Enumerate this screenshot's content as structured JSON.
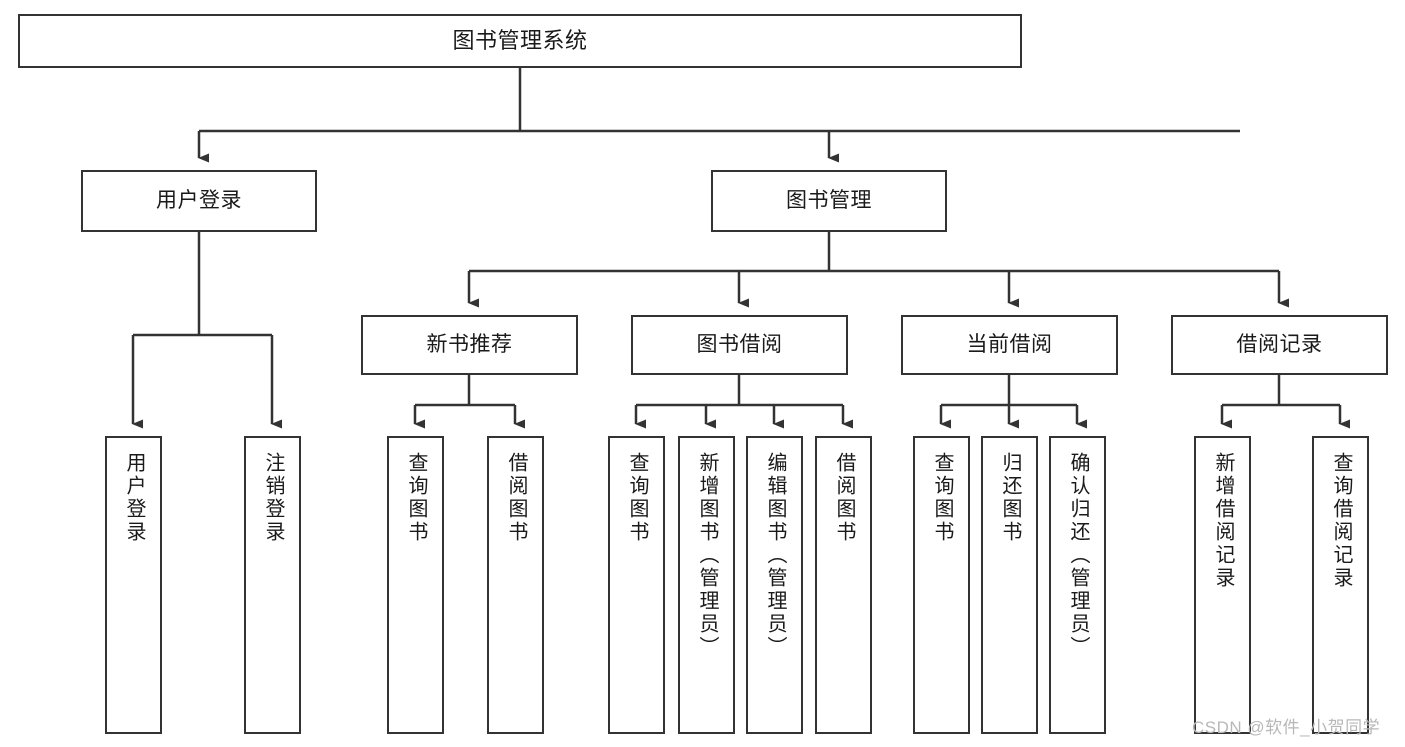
{
  "diagram": {
    "title": "图书管理系统",
    "type": "tree-hierarchy-chart",
    "colors": {
      "stroke": "#333333",
      "fill": "#ffffff",
      "text": "#1a1a1a",
      "watermark": "#b8b8b8"
    },
    "root": {
      "label": "图书管理系统"
    },
    "level2": [
      {
        "label": "用户登录"
      },
      {
        "label": "图书管理"
      }
    ],
    "level3": [
      {
        "label": "新书推荐"
      },
      {
        "label": "图书借阅"
      },
      {
        "label": "当前借阅"
      },
      {
        "label": "借阅记录"
      }
    ],
    "leaves": {
      "user_login": [
        {
          "label": "用户登录"
        },
        {
          "label": "注销登录"
        }
      ],
      "new_book_recommend": [
        {
          "label": "查询图书"
        },
        {
          "label": "借阅图书"
        }
      ],
      "book_borrow": [
        {
          "label": "查询图书"
        },
        {
          "label": "新增图书（管理员）"
        },
        {
          "label": "编辑图书（管理员）"
        },
        {
          "label": "借阅图书"
        }
      ],
      "current_borrow": [
        {
          "label": "查询图书"
        },
        {
          "label": "归还图书"
        },
        {
          "label": "确认归还（管理员）"
        }
      ],
      "borrow_record": [
        {
          "label": "新增借阅记录"
        },
        {
          "label": "查询借阅记录"
        }
      ]
    }
  },
  "watermark": {
    "text": "CSDN @软件_小贺同学"
  }
}
